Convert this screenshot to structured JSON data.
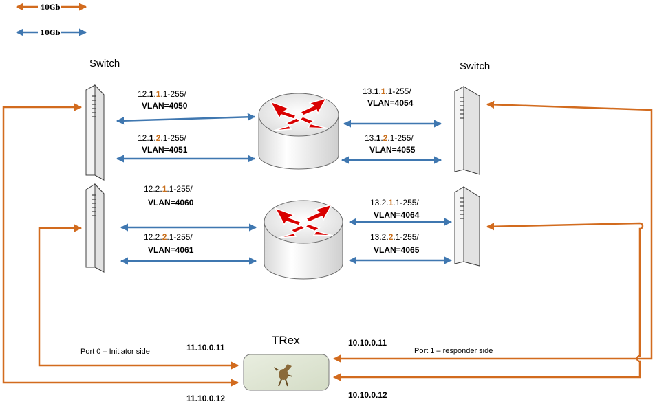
{
  "colors": {
    "link_40g": "#d26b1e",
    "link_10g": "#3f77b0",
    "subnet_highlight": "#c86f1c",
    "router_arrow": "#d90000"
  },
  "legend": {
    "item_40g": "40Gb",
    "item_10g": "10Gb"
  },
  "switches": {
    "left_label": "Switch",
    "right_label": "Switch"
  },
  "vlans": {
    "v4050": {
      "p1": "12.",
      "p2": "1",
      "p3": ".",
      "p4": "1",
      "p5": ".1-255/",
      "vlan": "VLAN=4050"
    },
    "v4051": {
      "p1": "12.",
      "p2": "1",
      "p3": ".",
      "p4": "2",
      "p5": ".1-255/",
      "vlan": "VLAN=4051"
    },
    "v4054": {
      "p1": "13.",
      "p2": "1",
      "p3": ".",
      "p4": "1",
      "p5": ".1-255/",
      "vlan": "VLAN=4054"
    },
    "v4055": {
      "p1": "13.",
      "p2": "1",
      "p3": ".",
      "p4": "2",
      "p5": ".1-255/",
      "vlan": "VLAN=4055"
    },
    "v4060": {
      "p1": "12.2.",
      "p2": "1",
      "p3": "",
      "p4": "",
      "p5": ".1-255/",
      "vlan": "VLAN=4060"
    },
    "v4061": {
      "p1": "12.2.",
      "p2": "2",
      "p3": "",
      "p4": "",
      "p5": ".1-255/",
      "vlan": "VLAN=4061"
    },
    "v4064": {
      "p1": "13.2.",
      "p2": "1",
      "p3": "",
      "p4": "",
      "p5": ".1-255/",
      "vlan": "VLAN=4064"
    },
    "v4065": {
      "p1": "13.2.",
      "p2": "2",
      "p3": "",
      "p4": "",
      "p5": ".1-255/",
      "vlan": "VLAN=4065"
    }
  },
  "trex": {
    "title": "TRex",
    "port0_label": "Port 0 – Initiator side",
    "port1_label": "Port 1 – responder side",
    "ip_left_top": "11.10.0.11",
    "ip_left_bottom": "11.10.0.12",
    "ip_right_top": "10.10.0.11",
    "ip_right_bottom": "10.10.0.12"
  }
}
